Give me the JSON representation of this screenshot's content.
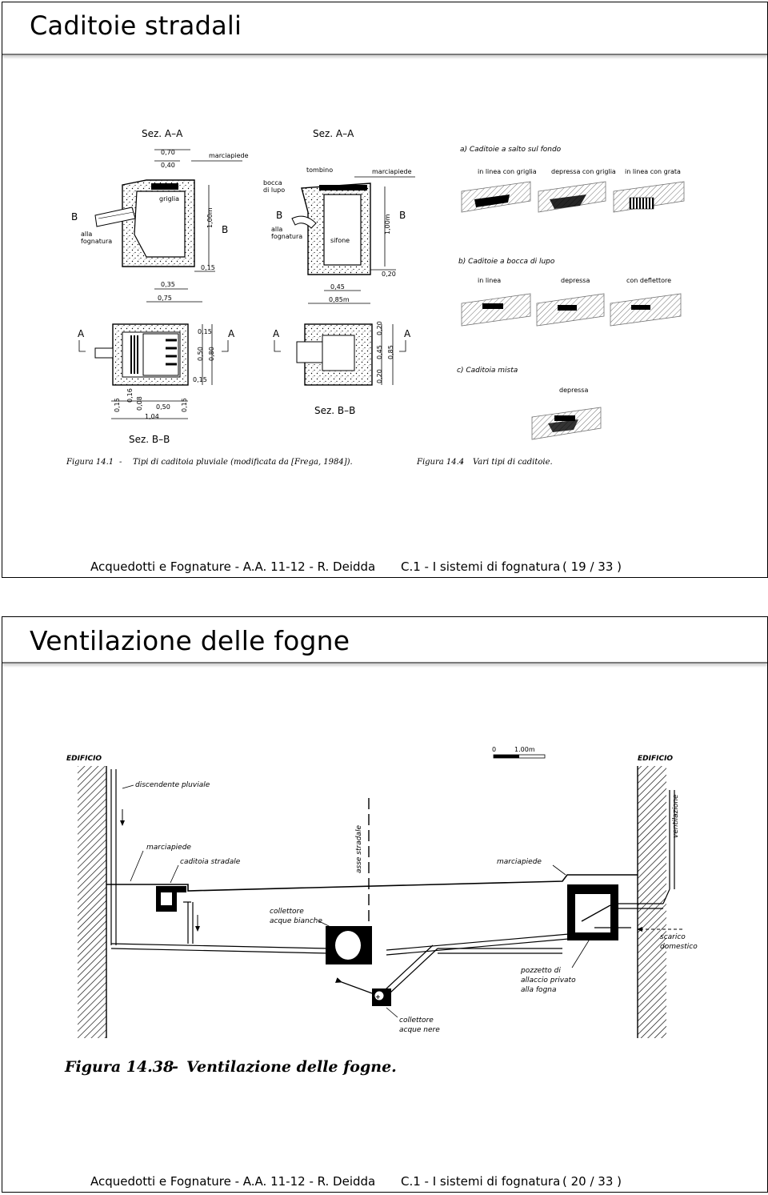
{
  "slides": [
    {
      "title": "Caditoie stradali",
      "figures": {
        "left": {
          "sections": [
            "Sez. A–A",
            "Sez. A–A",
            "Sez. B–B",
            "Sez. B–B"
          ],
          "labels": {
            "marciapiede": "marciapiede",
            "griglia": "griglia",
            "alla_fognatura": "alla\nfognatura",
            "bocca_di_lupo": "bocca\ndi lupo",
            "tombino": "tombino",
            "sifone": "sifone",
            "b": "B",
            "a": "A"
          },
          "dimensions": [
            "0,70",
            "0,40",
            "1,00m",
            "0,15",
            "0,35",
            "0,75",
            "0,45",
            "0,85m",
            "0,20",
            "1,00m",
            "0,15",
            "0,50",
            "0,80",
            "0,15",
            "0,20",
            "0,45",
            "0,85",
            "0,20",
            "0,15",
            "0,16",
            "0,08",
            "0,50",
            "0,15",
            "1,04"
          ],
          "caption_num": "Figura 14.1",
          "caption_sep": "-",
          "caption_text": "Tipi di caditoia pluviale (modificata da [Frega, 1984])."
        },
        "right": {
          "groups": [
            {
              "title": "a) Caditoie a salto sul fondo",
              "items": [
                "in linea con griglia",
                "depressa con griglia",
                "in linea con grata"
              ]
            },
            {
              "title": "b) Caditoie a bocca di lupo",
              "items": [
                "in linea",
                "depressa",
                "con deflettore"
              ]
            },
            {
              "title": "c) Caditoia mista",
              "items": [
                "depressa"
              ]
            }
          ],
          "caption_num": "Figura 14.4",
          "caption_sep": "-",
          "caption_text": "Vari tipi di caditoie."
        }
      },
      "footer": {
        "left": "Acquedotti e Fognature - A.A. 11-12 - R. Deidda",
        "middle": "C.1 - I sistemi di fognatura",
        "page": "( 19 / 33 )"
      }
    },
    {
      "title": "Ventilazione delle fogne",
      "figure": {
        "labels": {
          "edificio_left": "EDIFICIO",
          "edificio_right": "EDIFICIO",
          "scale_0": "0",
          "scale_1": "1.00m",
          "discendente_pluviale": "discendente pluviale",
          "marciapiede_left": "marciapiede",
          "caditoia_stradale": "caditoia stradale",
          "asse_stradale": "asse stradale",
          "marciapiede_right": "marciapiede",
          "ventilazione": "ventilazione",
          "collettore_bianche_1": "collettore",
          "collettore_bianche_2": "acque bianche",
          "scarico_1": "scarico",
          "scarico_2": "domestico",
          "pozzetto_1": "pozzetto di",
          "pozzetto_2": "allaccio privato",
          "pozzetto_3": "alla fogna",
          "collettore_nere_1": "collettore",
          "collettore_nere_2": "acque nere"
        },
        "caption_num": "Figura 14.38",
        "caption_sep": "-",
        "caption_text": "Ventilazione delle fogne."
      },
      "footer": {
        "left": "Acquedotti e Fognature - A.A. 11-12 - R. Deidda",
        "middle": "C.1 - I sistemi di fognatura",
        "page": "( 20 / 33 )"
      }
    }
  ]
}
